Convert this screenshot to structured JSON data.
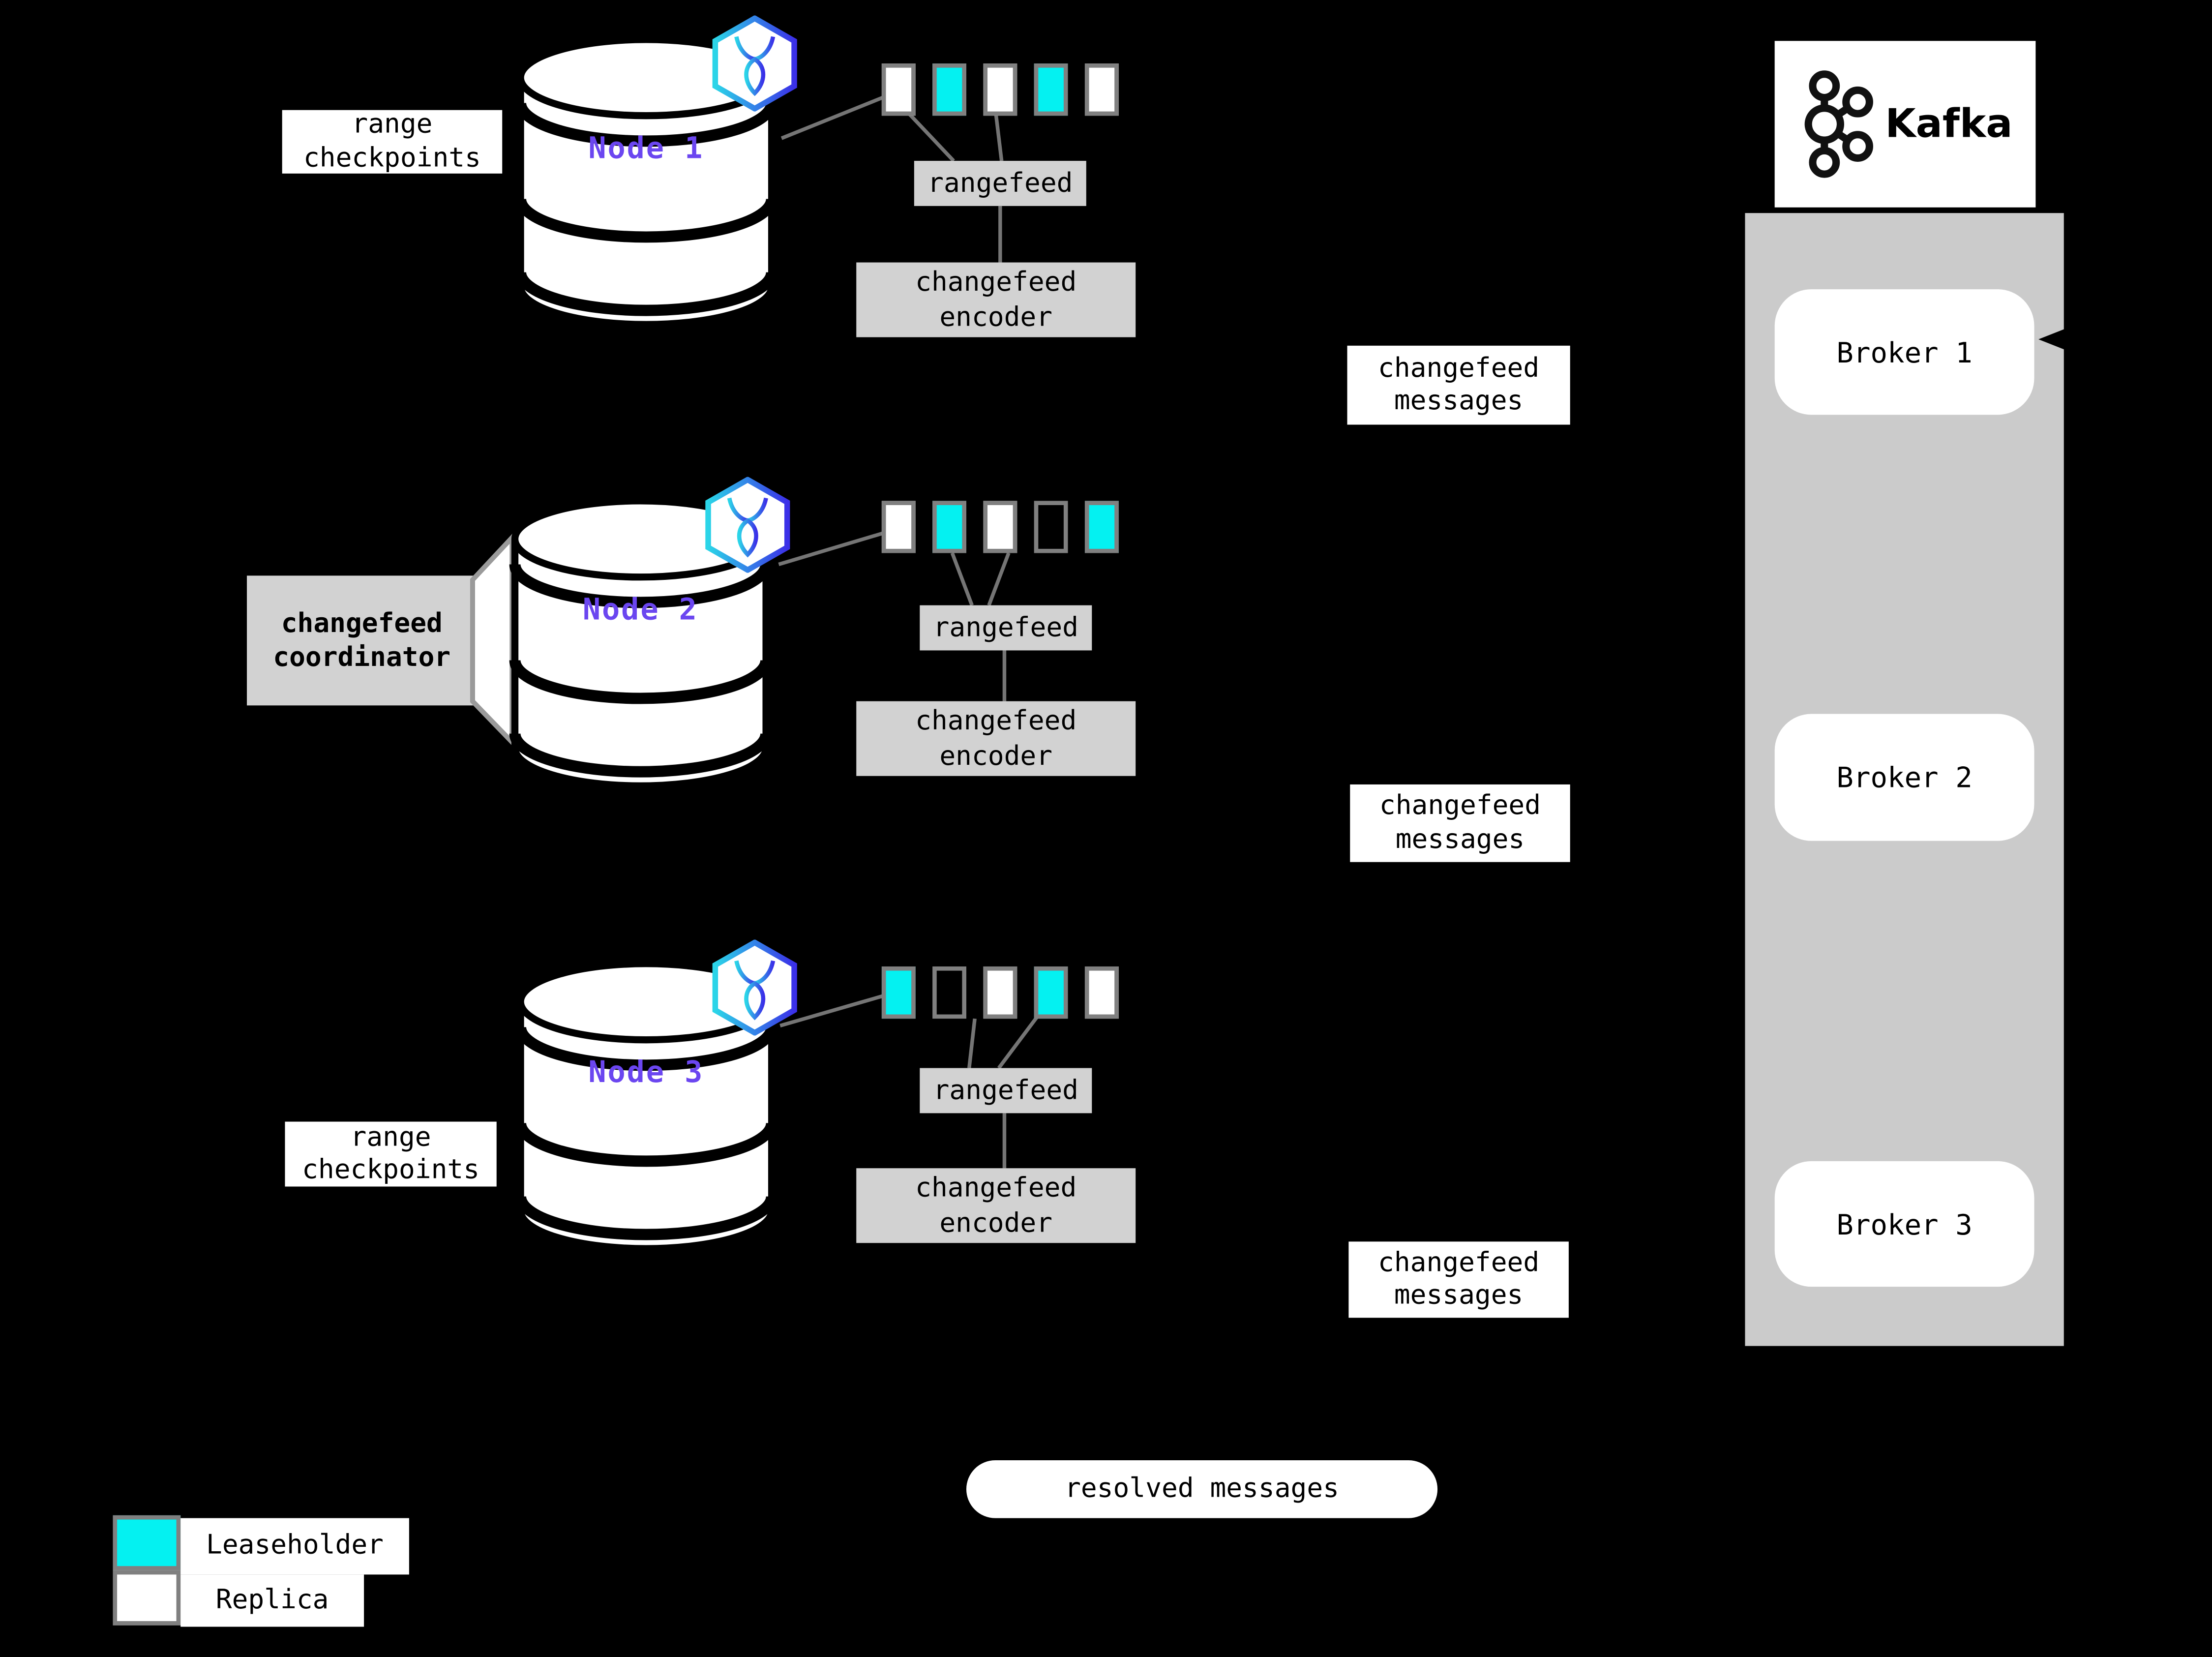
{
  "title": "CockroachDB changefeed to Kafka architecture diagram",
  "labels": {
    "range_checkpoints": "range checkpoints",
    "changefeed_coordinator": "changefeed coordinator",
    "changefeed_messages": "changefeed messages",
    "resolved_messages": "resolved messages"
  },
  "nodes": [
    {
      "name": "Node 1",
      "rangefeed_label": "rangefeed",
      "encoder_label": "changefeed encoder",
      "ranges": [
        "replica",
        "leaseholder",
        "replica",
        "leaseholder",
        "replica"
      ]
    },
    {
      "name": "Node 2",
      "rangefeed_label": "rangefeed",
      "encoder_label": "changefeed encoder",
      "ranges": [
        "replica",
        "leaseholder",
        "replica",
        "empty",
        "leaseholder"
      ]
    },
    {
      "name": "Node 3",
      "rangefeed_label": "rangefeed",
      "encoder_label": "changefeed encoder",
      "ranges": [
        "leaseholder",
        "empty",
        "replica",
        "leaseholder",
        "replica"
      ]
    }
  ],
  "kafka": {
    "title": "Kafka",
    "brokers": [
      {
        "label": "Broker 1"
      },
      {
        "label": "Broker 2"
      },
      {
        "label": "Broker 3"
      }
    ]
  },
  "legend": {
    "items": [
      {
        "label": "Leaseholder",
        "swatch": "leaseholder"
      },
      {
        "label": "Replica",
        "swatch": "replica"
      }
    ]
  },
  "colors": {
    "leaseholder": "#04f1f1",
    "replica": "#ffffff",
    "empty": "transparent",
    "panel_gray": "#cbcbcb",
    "box_gray": "#d2d2d2",
    "node_text_purple": "#6b46f0",
    "square_border": "#808080",
    "connector_gray": "#757575",
    "badge_cyan": "#2bd5e8",
    "badge_indigo": "#3b30e8",
    "background": "#000000"
  }
}
